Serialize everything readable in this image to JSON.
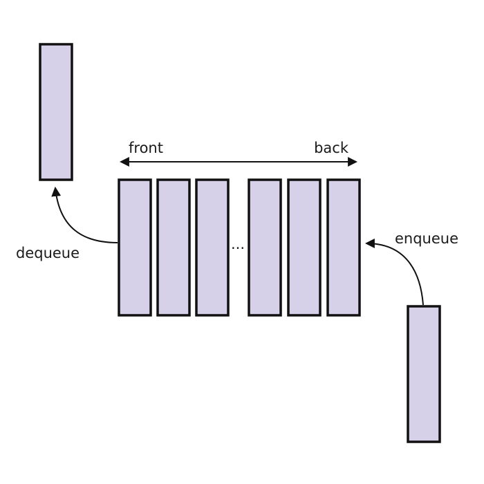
{
  "diagram": {
    "labels": {
      "front": "front",
      "back": "back",
      "ellipsis": "...",
      "dequeue": "dequeue",
      "enqueue": "enqueue"
    },
    "colors": {
      "item_fill": "#d6d0e8",
      "item_stroke": "#111111",
      "arrow": "#111111",
      "text": "#1a1a1a",
      "background": "#ffffff"
    },
    "queue": {
      "item_count_before_gap": 3,
      "item_count_after_gap": 3
    }
  }
}
